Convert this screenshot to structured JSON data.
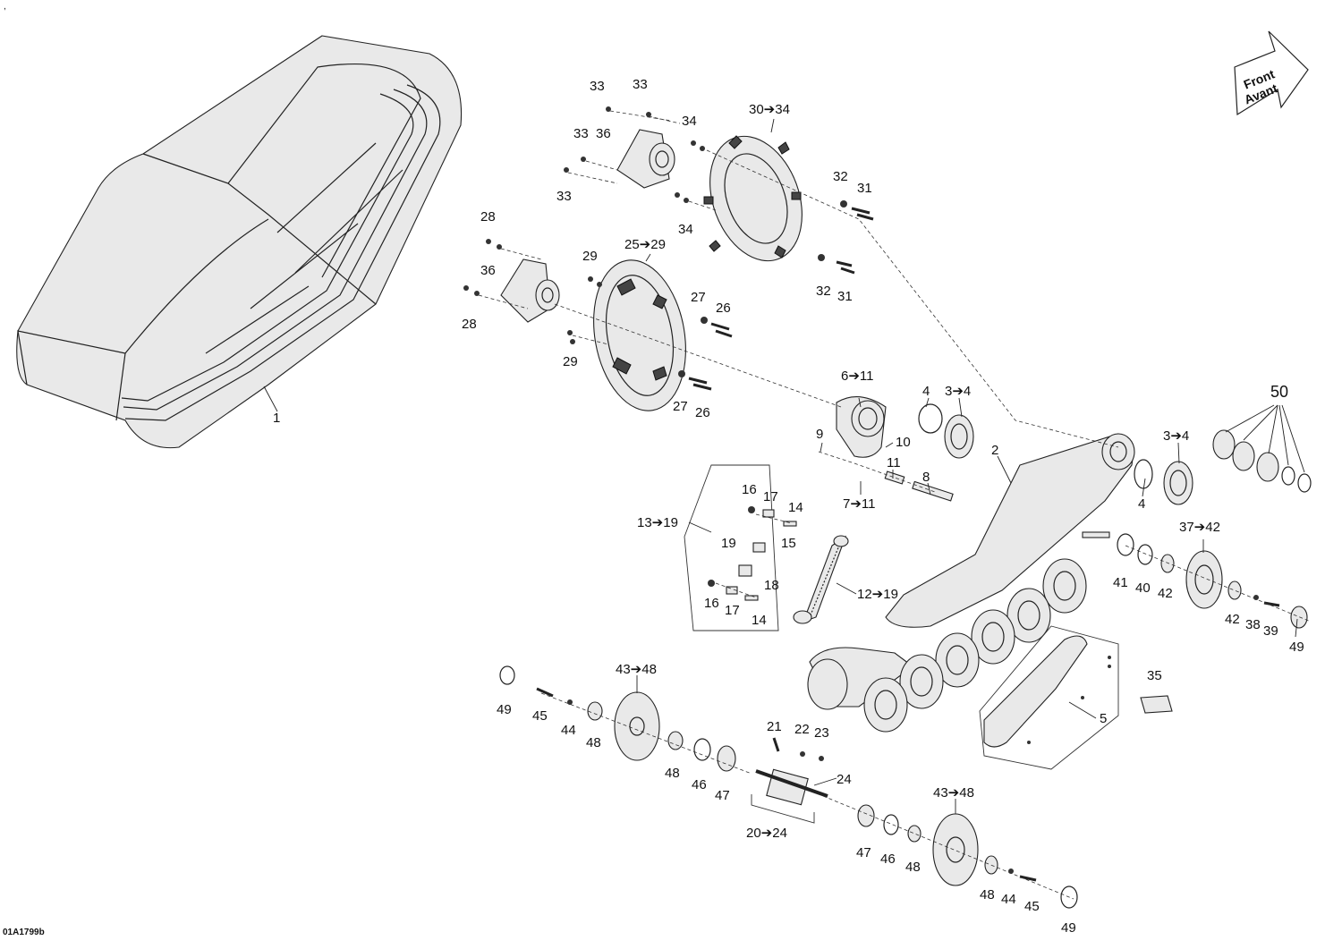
{
  "drawing_code": "01A1799b",
  "corner_mark": ",",
  "direction_arrow": {
    "line1": "Front",
    "line2": "Avant"
  },
  "colors": {
    "ink": "#222222",
    "fill": "#e9e9e9",
    "paper": "#ffffff"
  },
  "callouts": [
    {
      "id": "c1",
      "text": "1"
    },
    {
      "id": "c2",
      "text": "2"
    },
    {
      "id": "c3a",
      "text": "3➔4"
    },
    {
      "id": "c3b",
      "text": "3➔4"
    },
    {
      "id": "c4a",
      "text": "4"
    },
    {
      "id": "c4b",
      "text": "4"
    },
    {
      "id": "c5",
      "text": "5"
    },
    {
      "id": "c6",
      "text": "6➔11"
    },
    {
      "id": "c7",
      "text": "7➔11"
    },
    {
      "id": "c8",
      "text": "8"
    },
    {
      "id": "c9",
      "text": "9"
    },
    {
      "id": "c10",
      "text": "10"
    },
    {
      "id": "c11",
      "text": "11"
    },
    {
      "id": "c12",
      "text": "12➔19"
    },
    {
      "id": "c13",
      "text": "13➔19"
    },
    {
      "id": "c14a",
      "text": "14"
    },
    {
      "id": "c14b",
      "text": "14"
    },
    {
      "id": "c15",
      "text": "15"
    },
    {
      "id": "c16a",
      "text": "16"
    },
    {
      "id": "c16b",
      "text": "16"
    },
    {
      "id": "c17a",
      "text": "17"
    },
    {
      "id": "c17b",
      "text": "17"
    },
    {
      "id": "c18",
      "text": "18"
    },
    {
      "id": "c19",
      "text": "19"
    },
    {
      "id": "c20",
      "text": "20➔24"
    },
    {
      "id": "c21",
      "text": "21"
    },
    {
      "id": "c22",
      "text": "22"
    },
    {
      "id": "c23",
      "text": "23"
    },
    {
      "id": "c24",
      "text": "24"
    },
    {
      "id": "c25",
      "text": "25➔29"
    },
    {
      "id": "c26a",
      "text": "26"
    },
    {
      "id": "c26b",
      "text": "26"
    },
    {
      "id": "c27a",
      "text": "27"
    },
    {
      "id": "c27b",
      "text": "27"
    },
    {
      "id": "c28a",
      "text": "28"
    },
    {
      "id": "c28b",
      "text": "28"
    },
    {
      "id": "c29a",
      "text": "29"
    },
    {
      "id": "c29b",
      "text": "29"
    },
    {
      "id": "c30",
      "text": "30➔34"
    },
    {
      "id": "c31a",
      "text": "31"
    },
    {
      "id": "c31b",
      "text": "31"
    },
    {
      "id": "c32a",
      "text": "32"
    },
    {
      "id": "c32b",
      "text": "32"
    },
    {
      "id": "c33a",
      "text": "33"
    },
    {
      "id": "c33b",
      "text": "33"
    },
    {
      "id": "c33c",
      "text": "33"
    },
    {
      "id": "c33d",
      "text": "33"
    },
    {
      "id": "c34a",
      "text": "34"
    },
    {
      "id": "c34b",
      "text": "34"
    },
    {
      "id": "c35",
      "text": "35"
    },
    {
      "id": "c36a",
      "text": "36"
    },
    {
      "id": "c36b",
      "text": "36"
    },
    {
      "id": "c37",
      "text": "37➔42"
    },
    {
      "id": "c38",
      "text": "38"
    },
    {
      "id": "c39",
      "text": "39"
    },
    {
      "id": "c40",
      "text": "40"
    },
    {
      "id": "c41",
      "text": "41"
    },
    {
      "id": "c42a",
      "text": "42"
    },
    {
      "id": "c42b",
      "text": "42"
    },
    {
      "id": "c43a",
      "text": "43➔48"
    },
    {
      "id": "c43b",
      "text": "43➔48"
    },
    {
      "id": "c44a",
      "text": "44"
    },
    {
      "id": "c44b",
      "text": "44"
    },
    {
      "id": "c45a",
      "text": "45"
    },
    {
      "id": "c45b",
      "text": "45"
    },
    {
      "id": "c46a",
      "text": "46"
    },
    {
      "id": "c46b",
      "text": "46"
    },
    {
      "id": "c47a",
      "text": "47"
    },
    {
      "id": "c47b",
      "text": "47"
    },
    {
      "id": "c48a",
      "text": "48"
    },
    {
      "id": "c48b",
      "text": "48"
    },
    {
      "id": "c48c",
      "text": "48"
    },
    {
      "id": "c48d",
      "text": "48"
    },
    {
      "id": "c49a",
      "text": "49"
    },
    {
      "id": "c49b",
      "text": "49"
    },
    {
      "id": "c49c",
      "text": "49"
    },
    {
      "id": "c50",
      "text": "50"
    }
  ]
}
